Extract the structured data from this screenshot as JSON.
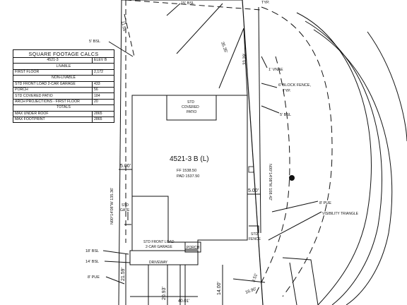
{
  "square_footage_calcs": {
    "title": "SQUARE FOOTAGE CALCS",
    "plan": "4521-3",
    "elevation": "ELEV B",
    "livable_header": "LIVABLE",
    "livable_rows": [
      {
        "label": "FIRST FLOOR",
        "value": "2,172"
      }
    ],
    "non_livable_header": "NON-LIVABLE",
    "non_livable_rows": [
      {
        "label": "STD FRONT LOAD 2-CAR GARAGE",
        "value": "433"
      },
      {
        "label": "PORCH",
        "value": "56"
      },
      {
        "label": "STD COVERED PATIO",
        "value": "184"
      },
      {
        "label": "ARCH PROJECTIONS - FIRST FLOOR",
        "value": "20"
      }
    ],
    "totals_header": "TOTALS",
    "totals_rows": [
      {
        "label": "MAX UNDER ROOF",
        "value": "2865"
      },
      {
        "label": "MAX FOOTPRINT",
        "value": "2865"
      }
    ]
  },
  "plan_labels": {
    "house_id": "4521-3 B (L)",
    "ff": "FF 1538.50",
    "pad": "PAD 1537.50",
    "covered_patio_1": "STD",
    "covered_patio_2": "COVERED",
    "covered_patio_3": "PATIO",
    "garage_1": "STD FRONT LOAD",
    "garage_2": "2-CAR GARAGE",
    "porch": "PORCH",
    "driveway": "DRIVEWAY",
    "std_gate_1": "STD",
    "std_gate_2": "GATE",
    "std_fence_1": "STD",
    "std_fence_2": "FENCE",
    "bsl_15": "15' BSL",
    "bsl_5_top": "5' BSL",
    "bsl_5_right": "5' BSL",
    "bsl_18": "18' BSL",
    "bsl_14": "14' BSL",
    "pue_8_right": "8' PUE",
    "pue_8_left": "8' PUE",
    "visibility_triangle": "VISIBILITY TRIANGLE",
    "vnae": "1' VNAE",
    "block_fence_1": "6' BLOCK FENCE,",
    "block_fence_2": "TYP.",
    "typ_top": "TYP.",
    "bearing_left": "N00°14'08\"W  135.36'",
    "bearing_right": "N00°14'08\"W  108.42'"
  },
  "dimensions": {
    "d_11_55": "11.55'",
    "d_35_35": "35.35'",
    "d_33_29": "33.29'",
    "d_5_00_left": "5.00'",
    "d_5_00_right": "5.00'",
    "d_21_59": "21.59'",
    "d_20_93": "20.93'",
    "d_40_01": "40.01'",
    "d_14_00": "14.00'",
    "d_16_90": "16.90'",
    "d_3_51": "3.51'"
  }
}
